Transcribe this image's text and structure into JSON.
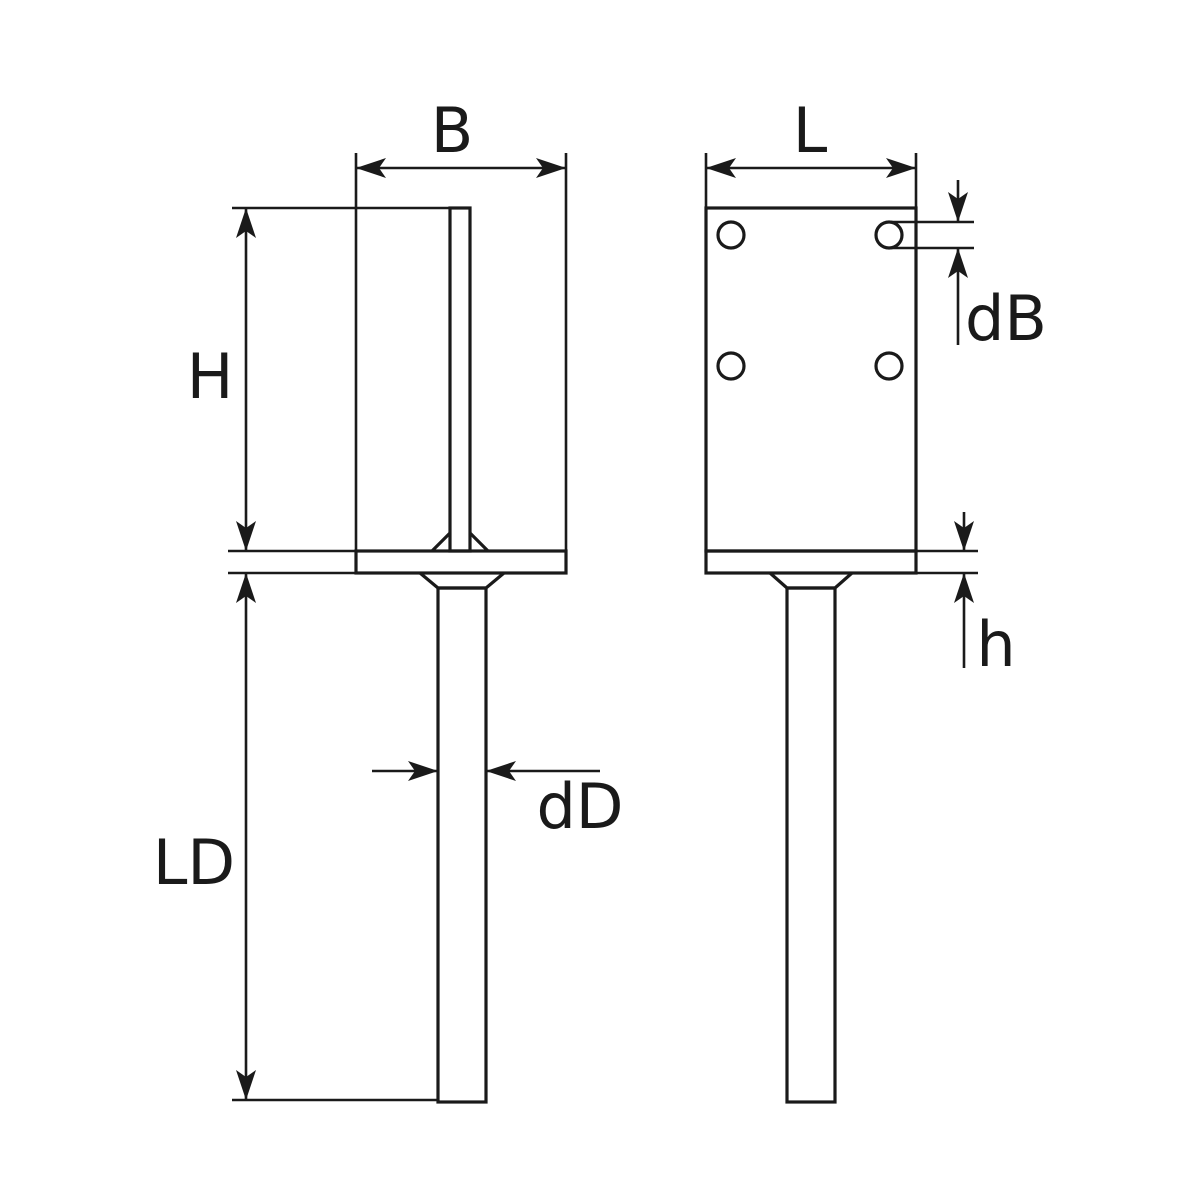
{
  "labels": {
    "B": "B",
    "L": "L",
    "H": "H",
    "LD": "LD",
    "dD": "dD",
    "dB": "dB",
    "h": "h"
  },
  "colors": {
    "line": "#1a1a1a",
    "background": "#ffffff"
  }
}
